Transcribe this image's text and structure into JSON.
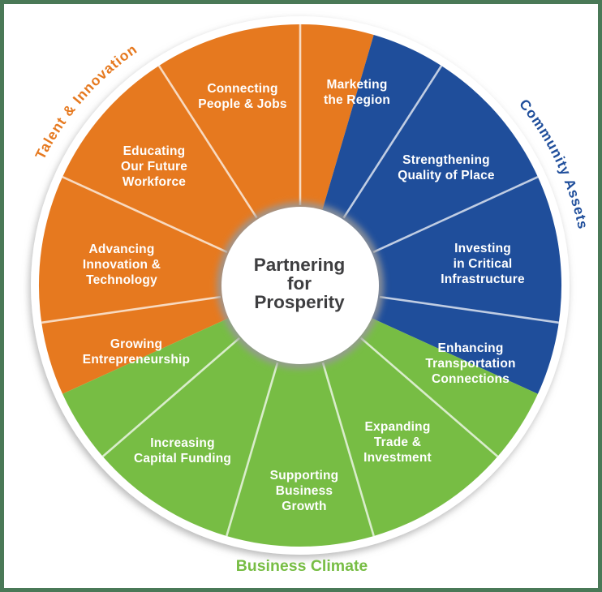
{
  "wheel": {
    "center": {
      "lines": [
        "Partnering",
        "for",
        "Prosperity"
      ]
    },
    "groups": [
      {
        "name": "Talent & Innovation",
        "color": "#E6791F"
      },
      {
        "name": "Community Assets",
        "color": "#1F4E9B"
      },
      {
        "name": "Business Climate",
        "color": "#77BD44"
      }
    ],
    "wedges": [
      {
        "lines": [
          "Marketing",
          "the Region"
        ]
      },
      {
        "lines": [
          "Strengthening",
          "Quality of Place"
        ]
      },
      {
        "lines": [
          "Investing",
          "in Critical",
          "Infrastructure"
        ]
      },
      {
        "lines": [
          "Enhancing",
          "Transportation",
          "Connections"
        ]
      },
      {
        "lines": [
          "Expanding",
          "Trade &",
          "Investment"
        ]
      },
      {
        "lines": [
          "Supporting",
          "Business",
          "Growth"
        ]
      },
      {
        "lines": [
          "Increasing",
          "Capital Funding"
        ]
      },
      {
        "lines": [
          "Growing",
          "Entrepreneurship"
        ]
      },
      {
        "lines": [
          "Advancing",
          "Innovation &",
          "Technology"
        ]
      },
      {
        "lines": [
          "Educating",
          "Our Future",
          "Workforce"
        ]
      },
      {
        "lines": [
          "Connecting",
          "People & Jobs"
        ]
      }
    ],
    "label_text_color": "#FFFFFF",
    "center_text_color": "#3E3E40",
    "frame_border_color": "#4A7957"
  }
}
